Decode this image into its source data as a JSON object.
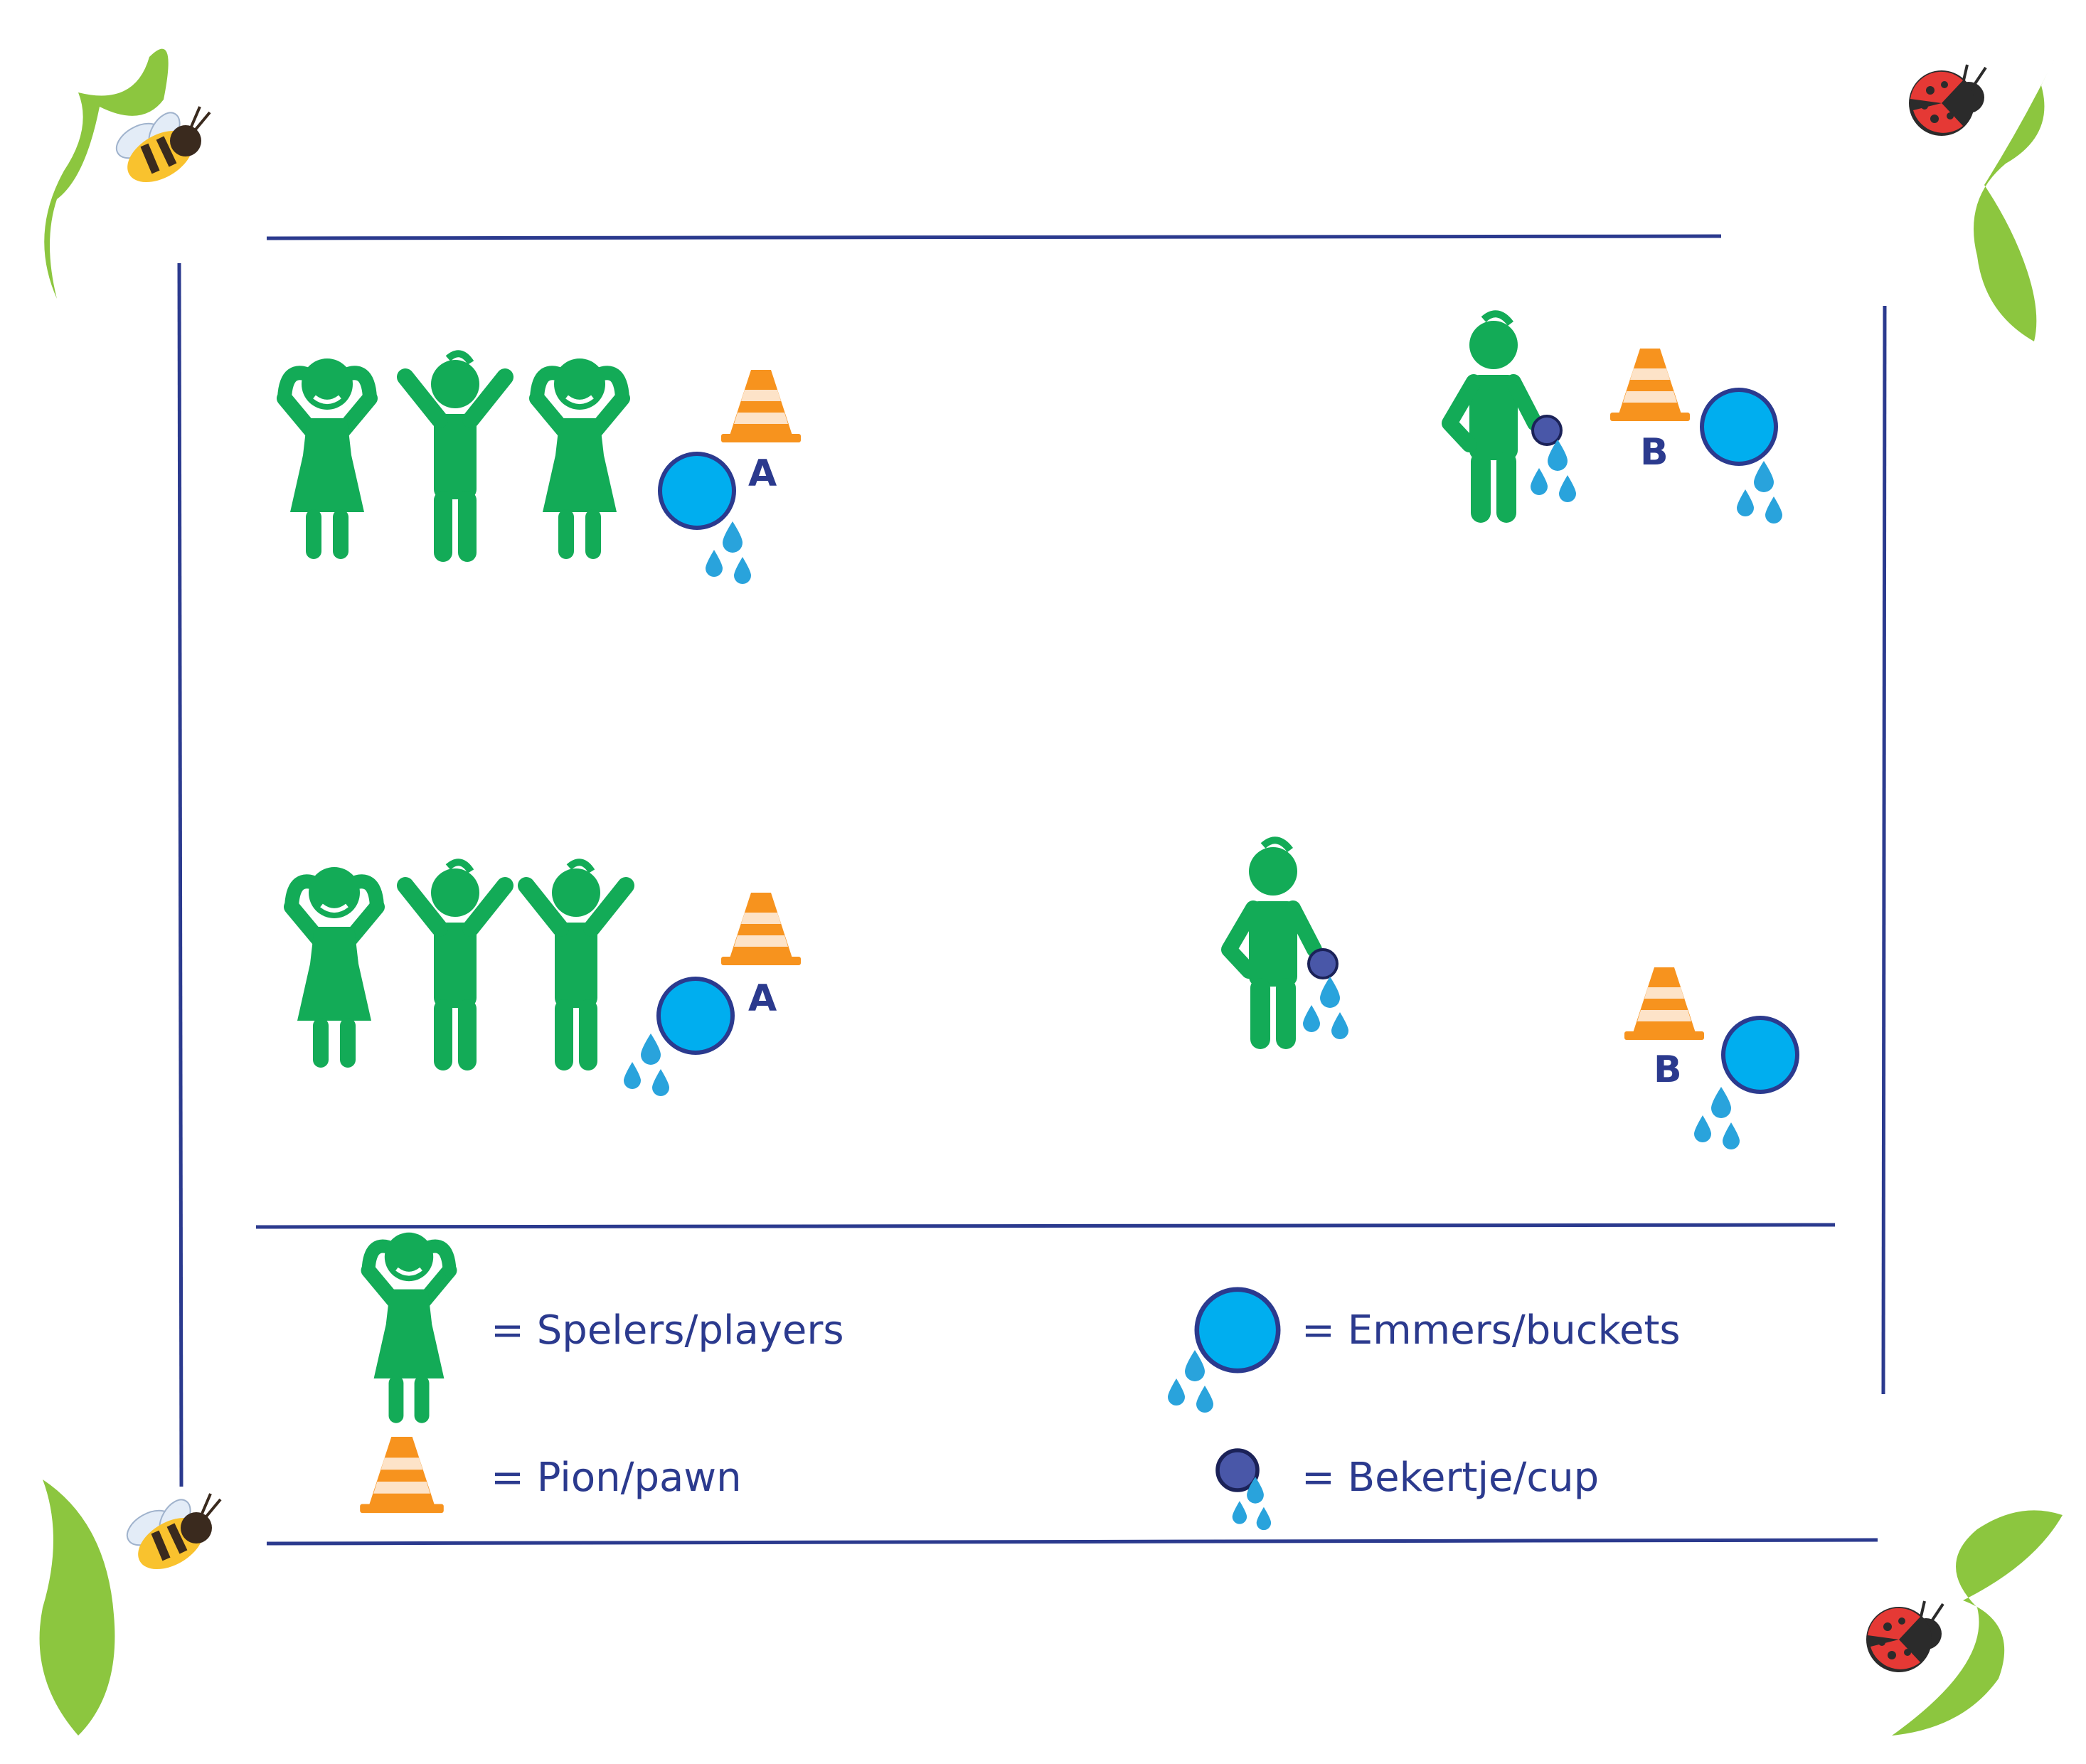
{
  "colors": {
    "frame": "#2b3a8e",
    "player": "#13ab57",
    "cone": "#f7931e",
    "cone_stripe": "#fde3c8",
    "bucket": "#00aeef",
    "bucket_edge": "#2b3a8e",
    "cup": "#4957a8",
    "drops": "#29a3dc",
    "text": "#2b3a8e",
    "vine": "#8cc63f",
    "ladybug": "#e53935",
    "bee": "#f9c22e"
  },
  "field": {
    "cone_labels": {
      "a": "A",
      "b": "B"
    }
  },
  "legend": {
    "players": "= Spelers/players",
    "buckets": "= Emmers/buckets",
    "pawn": "= Pion/pawn",
    "cup": "= Bekertje/cup"
  },
  "icons": [
    "girl-player-icon",
    "boy-player-icon",
    "catcher-player-icon",
    "cone-icon",
    "bucket-icon",
    "cup-icon",
    "bee-icon",
    "ladybug-icon",
    "vine-icon"
  ]
}
